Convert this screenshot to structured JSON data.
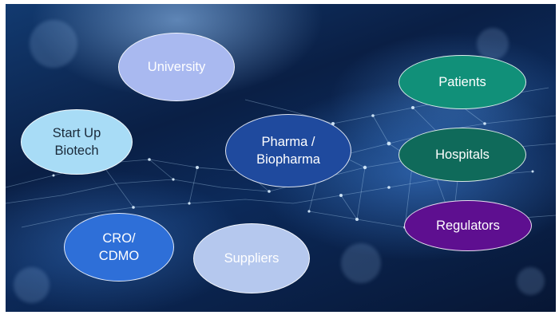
{
  "nodes": [
    {
      "id": "university",
      "label": "University",
      "fill": "#a9b9f0",
      "text_color": "#ffffff"
    },
    {
      "id": "startup",
      "label": "Start Up\nBiotech",
      "fill": "#a8dcf6",
      "text_color": "#1a2a3a"
    },
    {
      "id": "pharma",
      "label": "Pharma /\nBiopharma",
      "fill": "#1f4a9e",
      "text_color": "#ffffff"
    },
    {
      "id": "cro",
      "label": "CRO/\nCDMO",
      "fill": "#2e6fd8",
      "text_color": "#ffffff"
    },
    {
      "id": "suppliers",
      "label": "Suppliers",
      "fill": "#b5c8ee",
      "text_color": "#ffffff"
    },
    {
      "id": "patients",
      "label": "Patients",
      "fill": "#119079",
      "text_color": "#ffffff"
    },
    {
      "id": "hospitals",
      "label": "Hospitals",
      "fill": "#0f6a5a",
      "text_color": "#ffffff"
    },
    {
      "id": "regulators",
      "label": "Regulators",
      "fill": "#5e0f90",
      "text_color": "#ffffff"
    }
  ]
}
